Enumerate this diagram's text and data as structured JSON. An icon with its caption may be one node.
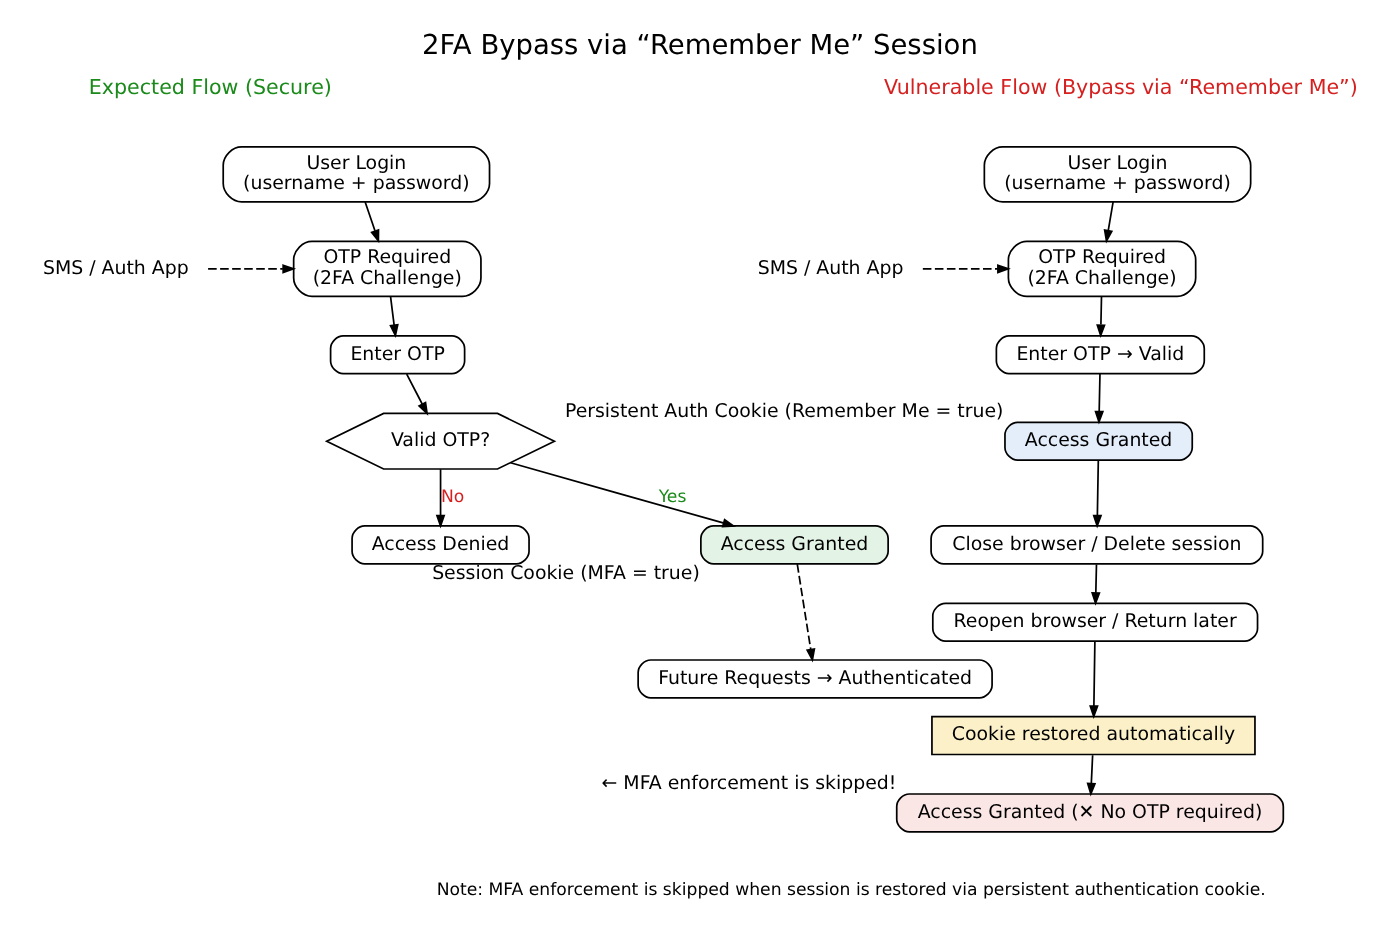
{
  "diagram": {
    "title": "2FA Bypass via “Remember Me” Session",
    "nodes": [
      {
        "text": [
          "User Login",
          "(username + password)"
        ]
      },
      {
        "text": [
          "SMS / Auth App"
        ]
      },
      {
        "text": [
          "OTP Required",
          "(2FA Challenge)"
        ]
      },
      {
        "text": [
          "Enter OTP"
        ]
      },
      {
        "text": [
          "Valid OTP?"
        ]
      },
      {
        "text": [
          "Access Denied"
        ]
      },
      {
        "text": [
          "Access Granted"
        ],
        "beside": [
          "Session Cookie (MFA = true)"
        ]
      },
      {
        "text": [
          "Future Requests → Authenticated"
        ]
      },
      {
        "text": [
          "User Login",
          "(username + password)"
        ]
      },
      {
        "text": [
          "SMS / Auth App"
        ]
      },
      {
        "text": [
          "OTP Required",
          "(2FA Challenge)"
        ]
      },
      {
        "text": [
          "Enter OTP → Valid"
        ]
      },
      {
        "text": [
          "Access Granted"
        ],
        "beside": [
          "Persistent Auth Cookie (Remember Me = true)"
        ]
      },
      {
        "text": [
          "Close browser / Delete session"
        ]
      },
      {
        "text": [
          "Reopen browser / Return later"
        ]
      },
      {
        "text": [
          "Cookie restored automatically"
        ]
      },
      {
        "text": [
          "Access Granted (✕ No OTP required)"
        ],
        "beside": [
          "← MFA enforcement is skipped!"
        ]
      }
    ],
    "edges": [
      {
        "from": 0,
        "to": 2,
        "arrow": "to"
      },
      {
        "from": 1,
        "to": 2,
        "arrow": "to",
        "style": "dashed"
      },
      {
        "from": 2,
        "to": 3,
        "arrow": "to"
      },
      {
        "from": 3,
        "to": 4,
        "arrow": "to"
      },
      {
        "from": 4,
        "to": 5,
        "arrow": "to",
        "label": "No"
      },
      {
        "from": 4,
        "to": 6,
        "arrow": "to",
        "label": "Yes"
      },
      {
        "from": 6,
        "to": 7,
        "arrow": "to",
        "style": "dashed"
      },
      {
        "from": 8,
        "to": 10,
        "arrow": "to"
      },
      {
        "from": 9,
        "to": 10,
        "arrow": "to",
        "style": "dashed"
      },
      {
        "from": 10,
        "to": 11,
        "arrow": "to"
      },
      {
        "from": 11,
        "to": 12,
        "arrow": "to"
      },
      {
        "from": 12,
        "to": 13,
        "arrow": "to"
      },
      {
        "from": 13,
        "to": 14,
        "arrow": "to"
      },
      {
        "from": 14,
        "to": 15,
        "arrow": "to"
      },
      {
        "from": 15,
        "to": 16,
        "arrow": "to"
      }
    ],
    "labels": [
      "Expected Flow (Secure)",
      "Vulnerable Flow (Bypass via “Remember Me”)",
      "Note: MFA enforcement is skipped when session is restored via persistent authentication cookie."
    ]
  }
}
